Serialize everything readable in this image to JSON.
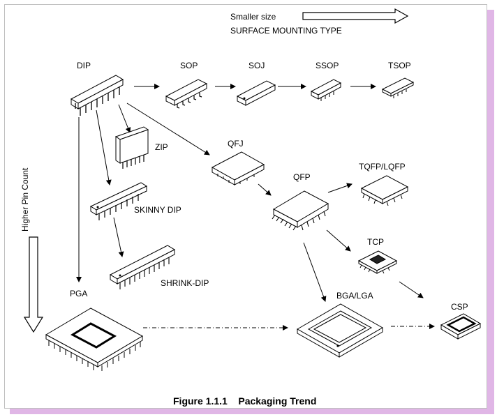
{
  "header": {
    "smaller_size": "Smaller size",
    "surface_mounting": "SURFACE MOUNTING TYPE"
  },
  "side": {
    "higher_pin_count": "Higher Pin Count"
  },
  "packages": {
    "dip": "DIP",
    "sop": "SOP",
    "soj": "SOJ",
    "ssop": "SSOP",
    "tsop": "TSOP",
    "zip": "ZIP",
    "qfj": "QFJ",
    "qfp": "QFP",
    "tqfp": "TQFP/LQFP",
    "skinny_dip": "SKINNY DIP",
    "tcp": "TCP",
    "shrink_dip": "SHRINK-DIP",
    "pga": "PGA",
    "bga": "BGA/LGA",
    "csp": "CSP"
  },
  "caption": "Figure 1.1.1    Packaging Trend"
}
